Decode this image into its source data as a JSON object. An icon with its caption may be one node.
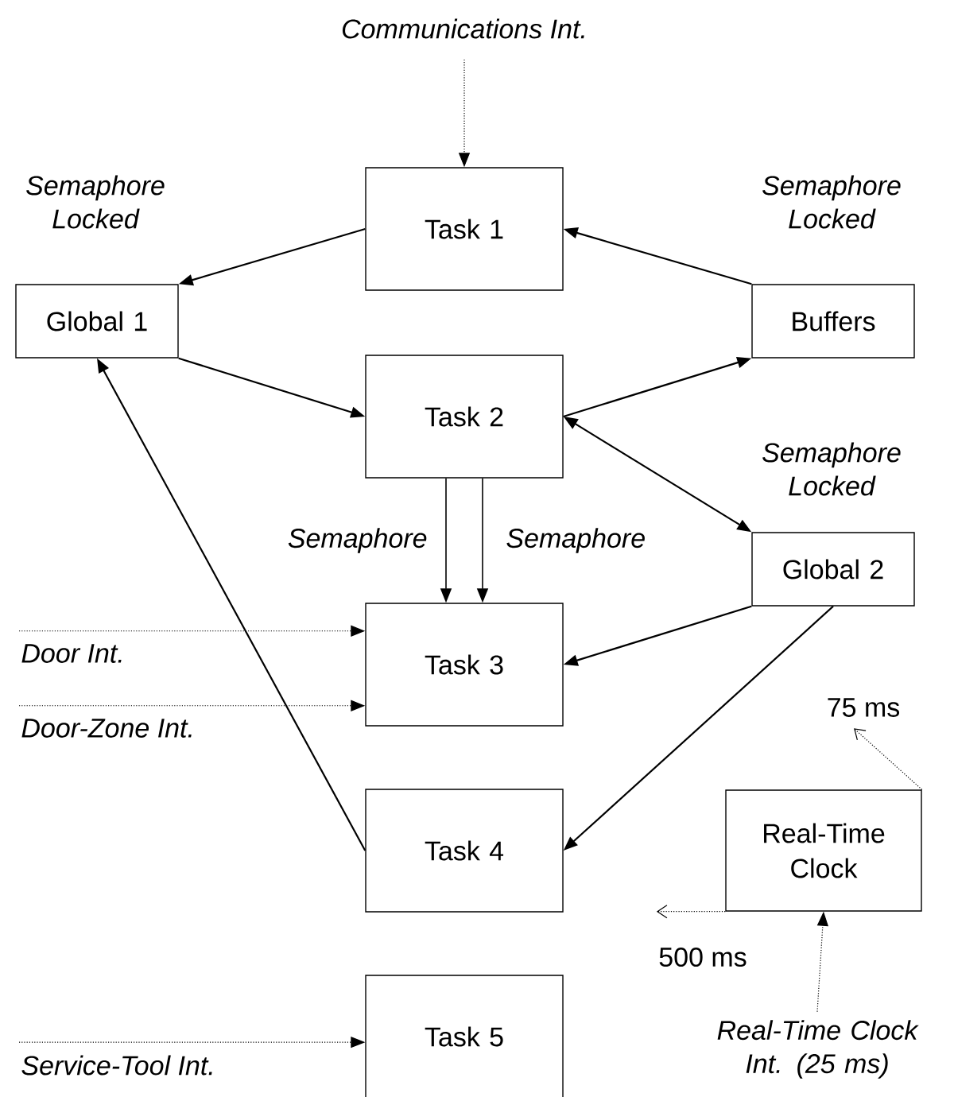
{
  "diagram": {
    "nodes": [
      {
        "text": [
          "Communications Int."
        ]
      },
      {
        "text": [
          "Global 1"
        ],
        "beside": [
          "Semaphore Locked"
        ]
      },
      {
        "text": [
          "Task 1"
        ]
      },
      {
        "text": [
          "Buffers"
        ],
        "beside": [
          "Semaphore Locked"
        ]
      },
      {
        "text": [
          "Task 2"
        ]
      },
      {
        "text": [
          "Global 2"
        ],
        "beside": [
          "Semaphore Locked"
        ]
      },
      {
        "text": [
          "Task 3"
        ]
      },
      {
        "text": [
          "Door Int."
        ]
      },
      {
        "text": [
          "Door-Zone Int."
        ]
      },
      {
        "text": [
          "75 ms"
        ]
      },
      {
        "text": [
          "Task 4"
        ]
      },
      {
        "text": [
          "Real-Time Clock"
        ]
      },
      {
        "text": [
          "500 ms"
        ]
      },
      {
        "text": [
          "Task 5"
        ]
      },
      {
        "text": [
          "Service-Tool Int."
        ]
      },
      {
        "text": [
          "Real-Time Clock Int. (25 ms)"
        ]
      }
    ],
    "edges": [
      {
        "from": 0,
        "to": 2,
        "arrow": "to",
        "style": "dashed"
      },
      {
        "from": 2,
        "to": 1,
        "arrow": "to"
      },
      {
        "from": 3,
        "to": 2,
        "arrow": "to"
      },
      {
        "from": 1,
        "to": 4,
        "arrow": "to"
      },
      {
        "from": 4,
        "to": 3,
        "arrow": "to"
      },
      {
        "from": 4,
        "to": 5,
        "arrow": "both"
      },
      {
        "from": 4,
        "to": 6,
        "arrow": "to",
        "label": "Semaphore"
      },
      {
        "from": 4,
        "to": 6,
        "arrow": "to",
        "label": "Semaphore"
      },
      {
        "from": 5,
        "to": 6,
        "arrow": "to"
      },
      {
        "from": 5,
        "to": 10,
        "arrow": "to"
      },
      {
        "from": 10,
        "to": 1,
        "arrow": "to"
      },
      {
        "from": 7,
        "to": 6,
        "arrow": "to",
        "style": "dashed"
      },
      {
        "from": 8,
        "to": 6,
        "arrow": "to",
        "style": "dashed"
      },
      {
        "from": 14,
        "to": 13,
        "arrow": "to",
        "style": "dashed"
      },
      {
        "from": 11,
        "to": 9,
        "arrow": "to",
        "style": "dashed"
      },
      {
        "from": 11,
        "to": 12,
        "arrow": "to",
        "style": "dashed"
      },
      {
        "from": 15,
        "to": 11,
        "arrow": "to",
        "style": "dashed"
      }
    ]
  }
}
